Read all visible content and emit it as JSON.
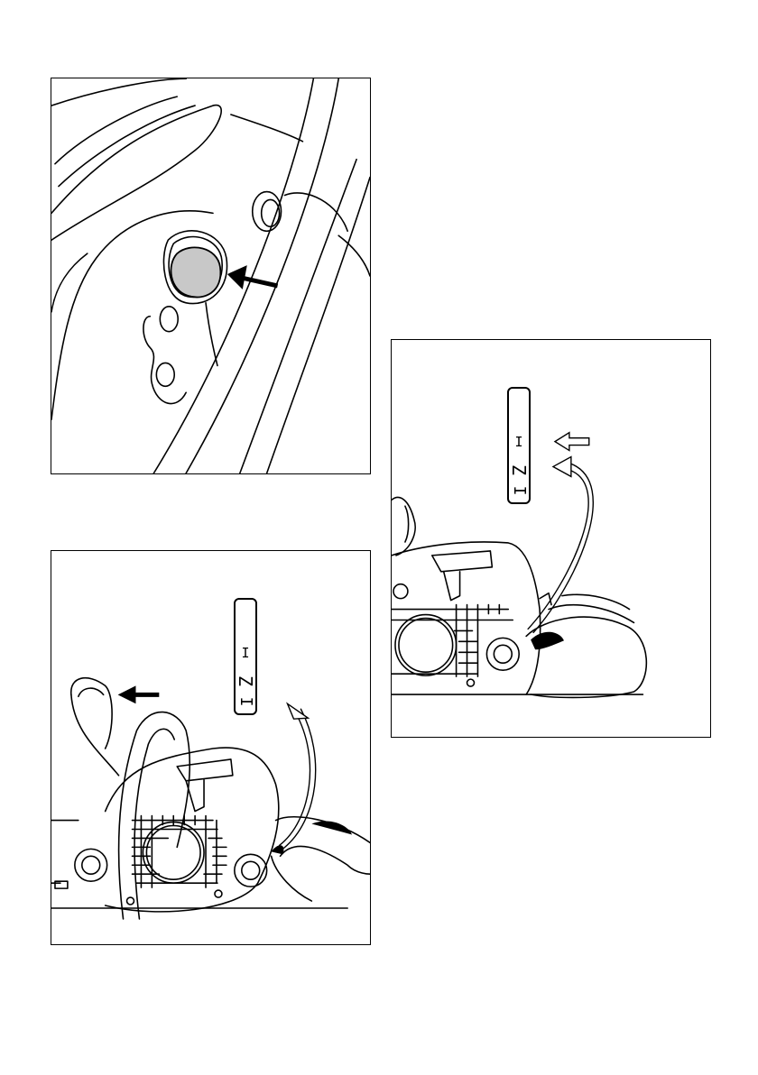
{
  "figures": {
    "switch_symbols": {
      "run": "I",
      "choke": "Z",
      "stop": "I"
    }
  },
  "colors": {
    "ink": "#000000",
    "button_fill": "#c8c8c8",
    "paper": "#ffffff"
  }
}
